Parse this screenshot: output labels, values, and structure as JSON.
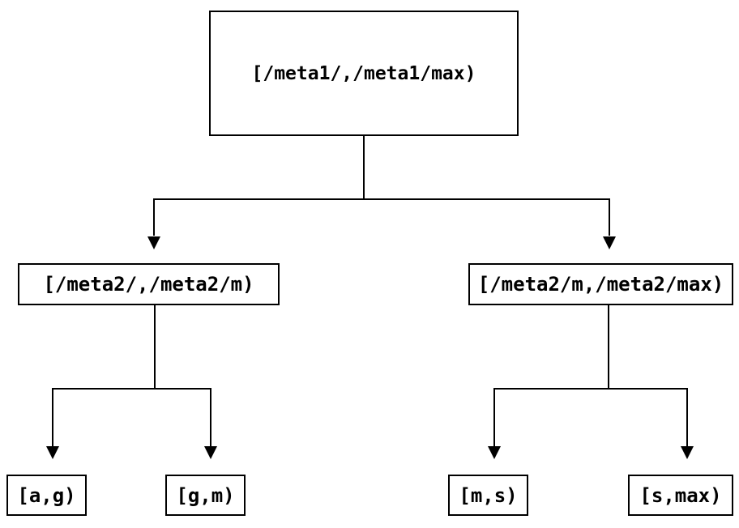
{
  "diagram": {
    "type": "tree",
    "root": {
      "label": "[/meta1/,/meta1/max)"
    },
    "level2": [
      {
        "label": "[/meta2/,/meta2/m)"
      },
      {
        "label": "[/meta2/m,/meta2/max)"
      }
    ],
    "leaves": [
      {
        "label": "[a,g)"
      },
      {
        "label": "[g,m)"
      },
      {
        "label": "[m,s)"
      },
      {
        "label": "[s,max)"
      }
    ]
  },
  "colors": {
    "background": "#ffffff",
    "line": "#000000",
    "text": "#000000"
  }
}
